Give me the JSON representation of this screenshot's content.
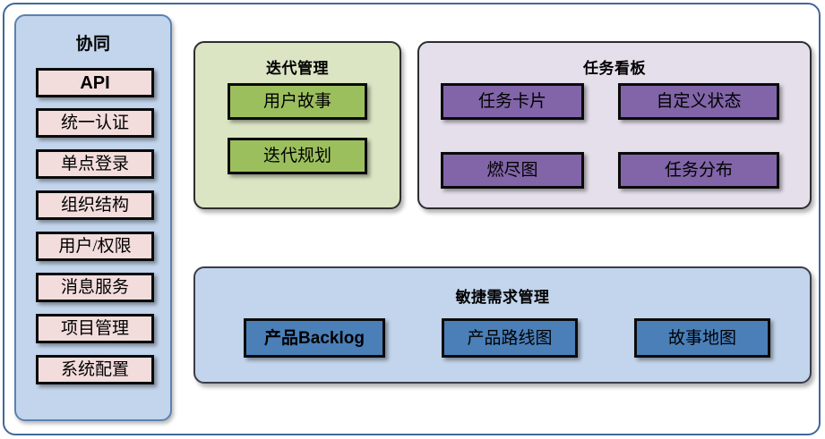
{
  "diagram": {
    "title_hidden": "",
    "panels": {
      "collaboration": {
        "title": "协同",
        "items": [
          {
            "label": "API"
          },
          {
            "label": "统一认证"
          },
          {
            "label": "单点登录"
          },
          {
            "label": "组织结构"
          },
          {
            "label": "用户/权限"
          },
          {
            "label": "消息服务"
          },
          {
            "label": "项目管理"
          },
          {
            "label": "系统配置"
          }
        ],
        "fill": "#c3d5ec",
        "item_fill": "#f2dcdc"
      },
      "iteration": {
        "title": "迭代管理",
        "items": [
          {
            "label": "用户故事"
          },
          {
            "label": "迭代规划"
          }
        ],
        "fill": "#dbe5c4",
        "item_fill": "#9cbf5e"
      },
      "taskboard": {
        "title": "任务看板",
        "items": [
          {
            "label": "任务卡片"
          },
          {
            "label": "自定义状态"
          },
          {
            "label": "燃尽图"
          },
          {
            "label": "任务分布"
          }
        ],
        "fill": "#e5dfeb",
        "item_fill": "#8165a8"
      },
      "agile": {
        "title": "敏捷需求管理",
        "items": [
          {
            "label": "产品Backlog",
            "cjk": "产品",
            "latin": "Backlog"
          },
          {
            "label": "产品路线图"
          },
          {
            "label": "故事地图"
          }
        ],
        "fill": "#c3d5ec",
        "item_fill": "#4a7fb8"
      }
    },
    "colors": {
      "frame_border": "#41699b",
      "page_background": "#ffffff",
      "box_border": "#0a0a0a"
    }
  }
}
